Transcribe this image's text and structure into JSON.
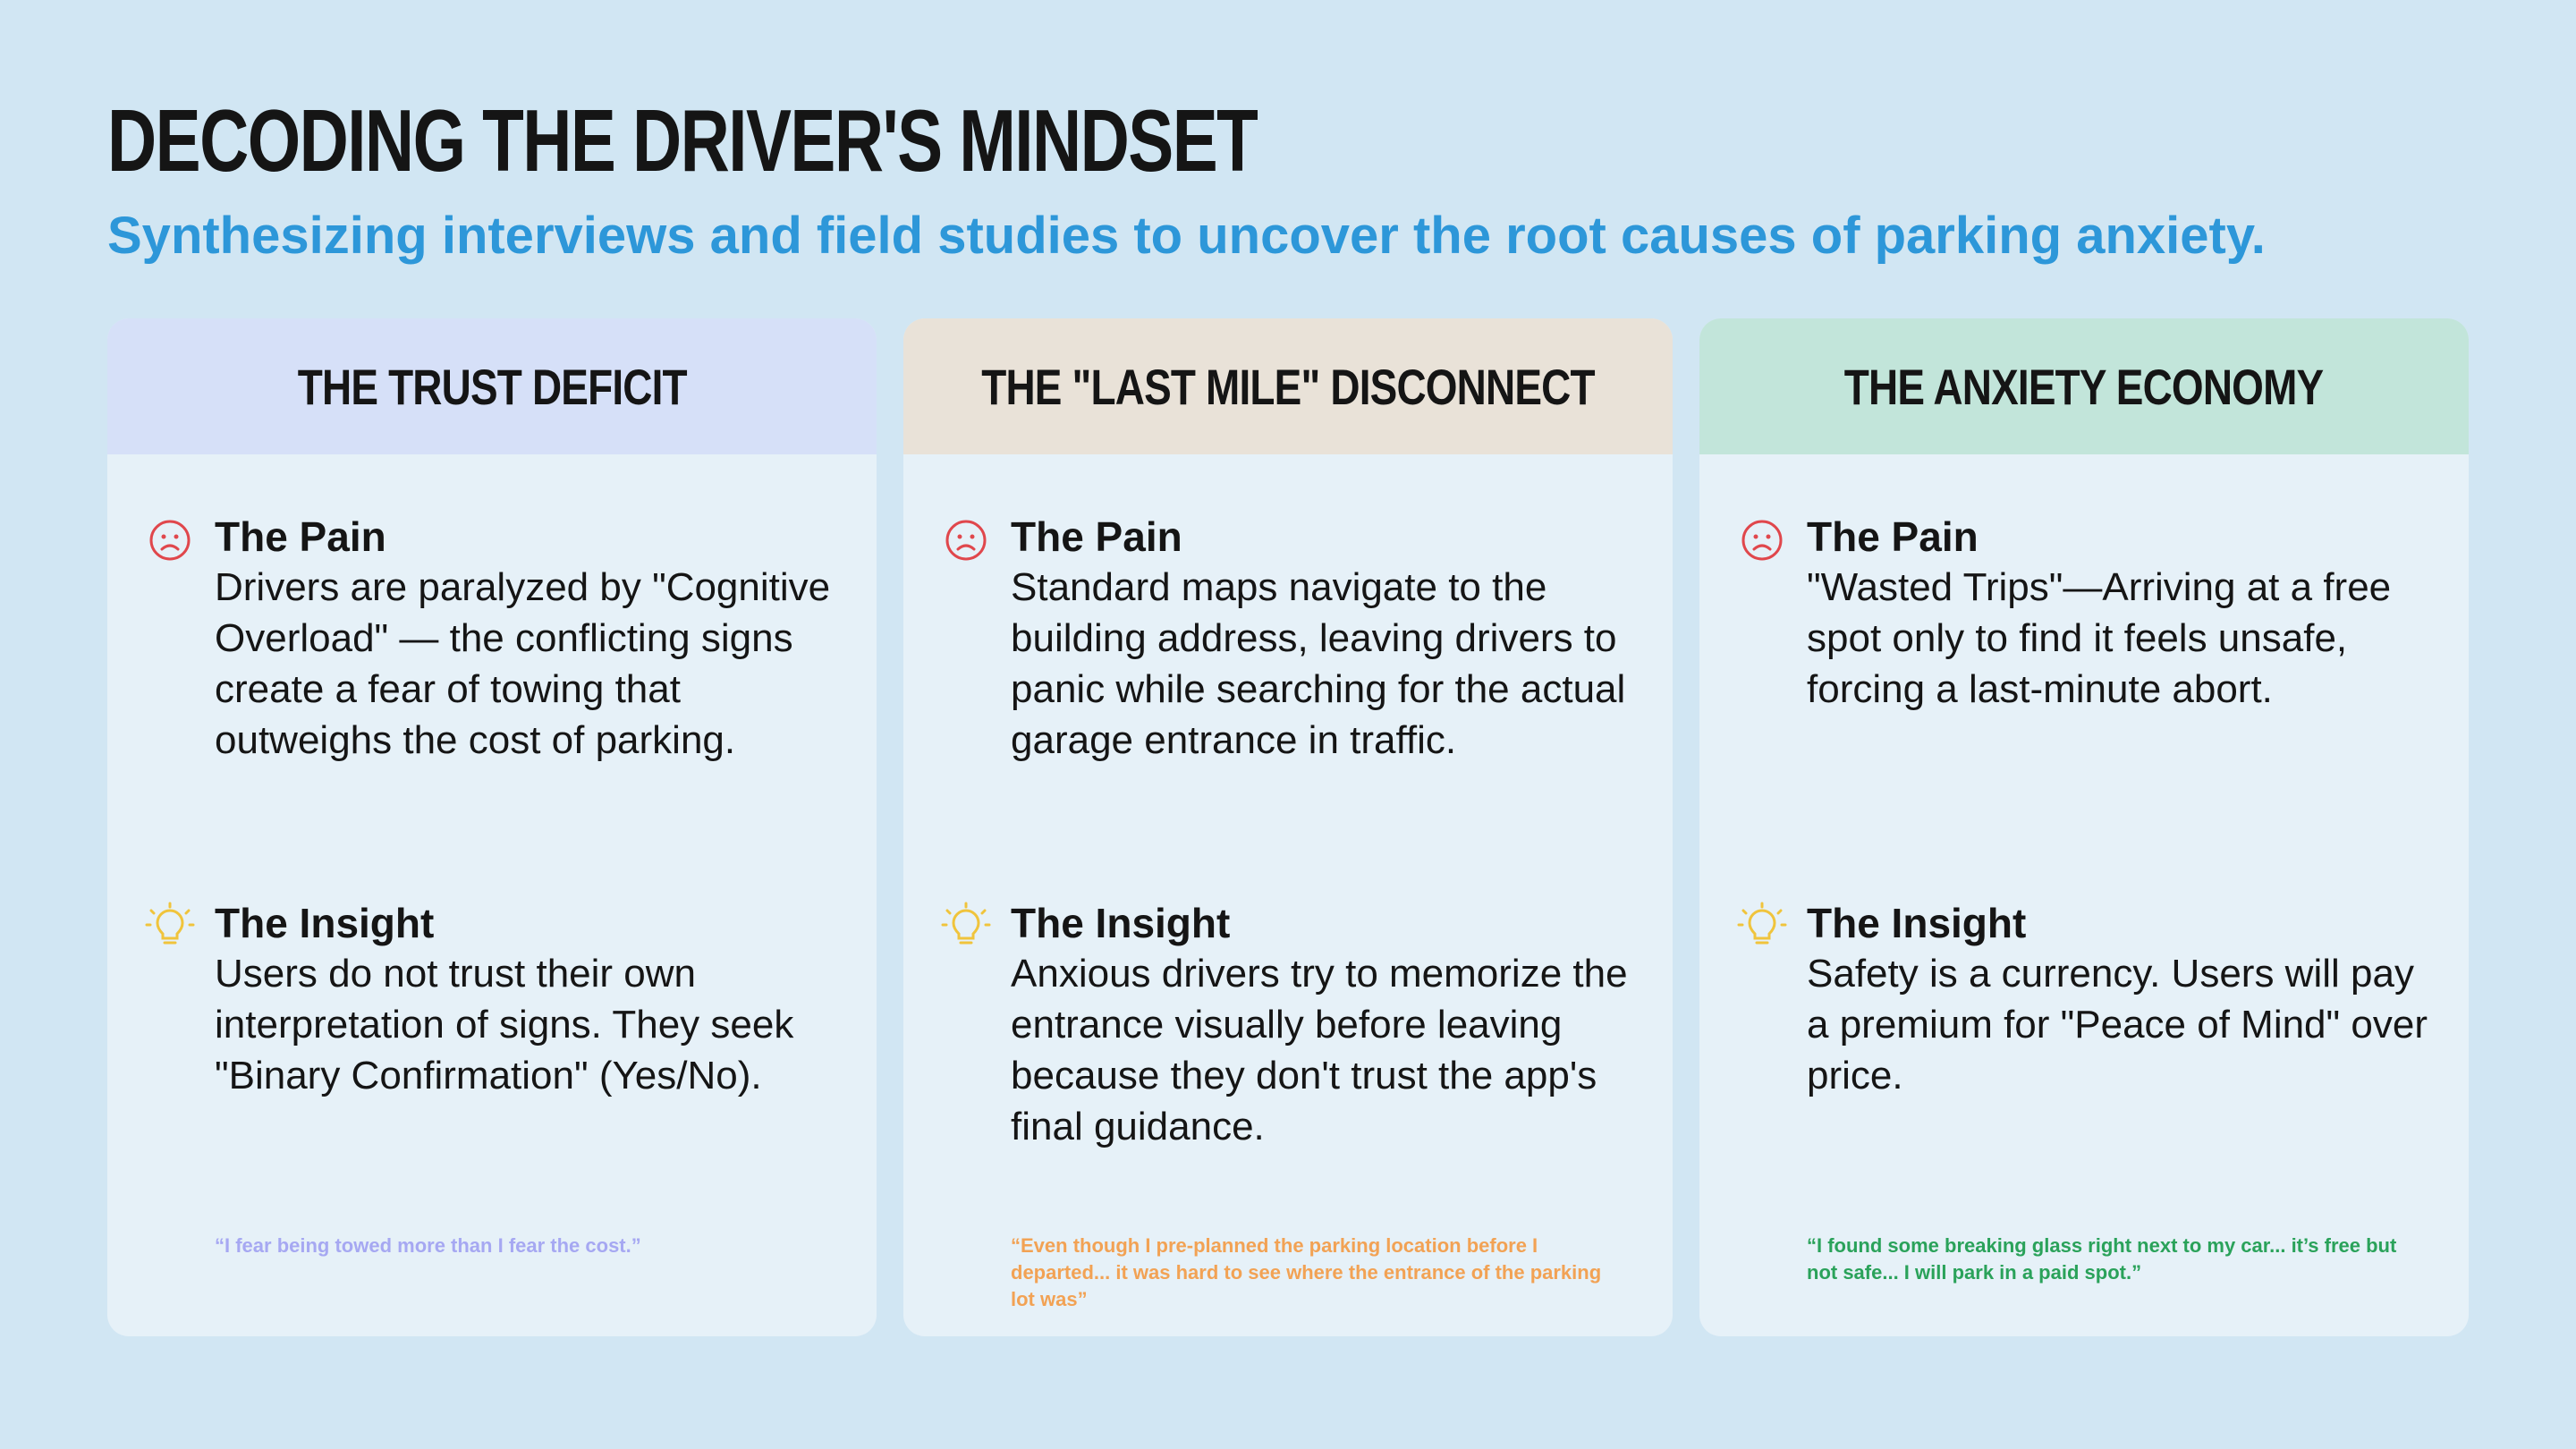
{
  "page": {
    "title": "DECODING THE DRIVER'S MINDSET",
    "subtitle": "Synthesizing interviews and field studies to uncover the root causes of parking anxiety."
  },
  "cards": [
    {
      "title": "THE TRUST DEFICIT",
      "header_color": "#d6e0f8",
      "pain_label": "The Pain",
      "pain_text": "Drivers are paralyzed by \"Cognitive Overload\" — the conflicting signs create a fear of towing that outweighs the cost of parking.",
      "insight_label": "The Insight",
      "insight_text": "Users do not trust their own interpretation of signs. They seek \"Binary Confirmation\" (Yes/No).",
      "quote": "“I fear being towed more than I fear the cost.”",
      "quote_color": "#a6a8f2"
    },
    {
      "title": "THE \"LAST MILE\" DISCONNECT",
      "header_color": "#e9e2d8",
      "pain_label": "The Pain",
      "pain_text": "Standard maps navigate to the building address, leaving drivers to panic while searching for the actual garage entrance in traffic.",
      "insight_label": "The Insight",
      "insight_text": "Anxious drivers try to memorize the entrance visually before leaving because they don't trust the app's final guidance.",
      "quote": "“Even though I pre-planned the parking location before I departed... it was hard to see where the entrance of the parking lot was”",
      "quote_color": "#f2a254"
    },
    {
      "title": "THE ANXIETY ECONOMY",
      "header_color": "#c2e5da",
      "pain_label": "The Pain",
      "pain_text": "\"Wasted Trips\"—Arriving at a free spot only to find it feels unsafe, forcing a last-minute abort.",
      "insight_label": "The Insight",
      "insight_text": "Safety is a currency. Users will pay a premium for \"Peace of Mind\" over price.",
      "quote": "“I found some breaking glass right next to my car... it’s free but not safe... I will park in a paid spot.”",
      "quote_color": "#2aa25a"
    }
  ],
  "icons": {
    "pain": "sad-face-icon",
    "insight": "lightbulb-icon",
    "pain_color": "#e0474c",
    "insight_color": "#f0c43c"
  }
}
